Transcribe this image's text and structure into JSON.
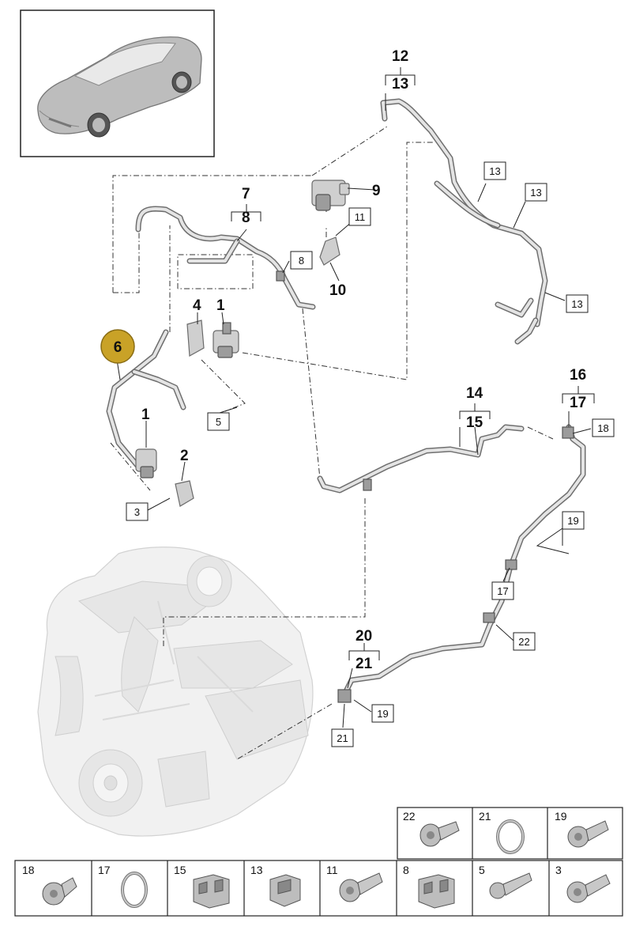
{
  "callouts": [
    {
      "id": "c1a",
      "text": "1"
    },
    {
      "id": "c1b",
      "text": "1"
    },
    {
      "id": "c2",
      "text": "2"
    },
    {
      "id": "c4",
      "text": "4"
    },
    {
      "id": "c7",
      "text": "7"
    },
    {
      "id": "c8",
      "text": "8"
    },
    {
      "id": "c9",
      "text": "9"
    },
    {
      "id": "c10",
      "text": "10"
    },
    {
      "id": "c12",
      "text": "12"
    },
    {
      "id": "c13",
      "text": "13"
    },
    {
      "id": "c14",
      "text": "14"
    },
    {
      "id": "c15",
      "text": "15"
    },
    {
      "id": "c16",
      "text": "16"
    },
    {
      "id": "c17",
      "text": "17"
    },
    {
      "id": "c20",
      "text": "20"
    },
    {
      "id": "c21",
      "text": "21"
    }
  ],
  "boxed_labels": [
    {
      "id": "b3",
      "text": "3"
    },
    {
      "id": "b5",
      "text": "5"
    },
    {
      "id": "b8",
      "text": "8"
    },
    {
      "id": "b11",
      "text": "11"
    },
    {
      "id": "b13a",
      "text": "13"
    },
    {
      "id": "b13b",
      "text": "13"
    },
    {
      "id": "b13c",
      "text": "13"
    },
    {
      "id": "b17",
      "text": "17"
    },
    {
      "id": "b18",
      "text": "18"
    },
    {
      "id": "b19a",
      "text": "19"
    },
    {
      "id": "b19b",
      "text": "19"
    },
    {
      "id": "b21",
      "text": "21"
    },
    {
      "id": "b22",
      "text": "22"
    }
  ],
  "highlight": {
    "text": "6",
    "color": "#c9a227",
    "border": "#8a6d14"
  },
  "legend_top": [
    {
      "number": "22",
      "icon": "bolt-icon"
    },
    {
      "number": "21",
      "icon": "seal-ring-icon"
    },
    {
      "number": "19",
      "icon": "bolt-icon"
    }
  ],
  "legend_bottom": [
    {
      "number": "18",
      "icon": "bolt-icon"
    },
    {
      "number": "17",
      "icon": "seal-ring-icon"
    },
    {
      "number": "15",
      "icon": "double-clip-icon"
    },
    {
      "number": "13",
      "icon": "clip-icon"
    },
    {
      "number": "11",
      "icon": "bolt-icon"
    },
    {
      "number": "8",
      "icon": "double-clip-icon"
    },
    {
      "number": "5",
      "icon": "screw-icon"
    },
    {
      "number": "3",
      "icon": "bolt-icon"
    }
  ]
}
